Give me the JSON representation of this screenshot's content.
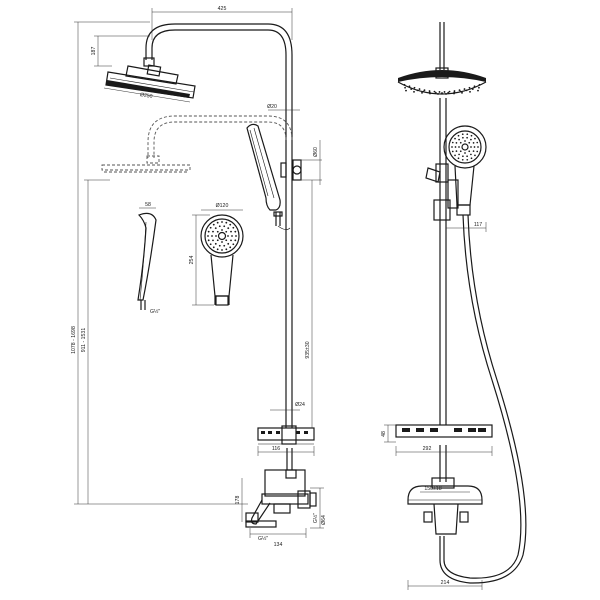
{
  "dimensions": {
    "top_width": "425",
    "head_height": "187",
    "head_diameter": "Ø250",
    "pipe_diameter": "Ø20",
    "bracket": "Ø60",
    "total_height": "1078 - 1698",
    "adjust_height": "911 - 1531",
    "hand_width": "58",
    "hand_thread": "G½\"",
    "hand_head_diameter": "Ø120",
    "hand_length": "254",
    "slide_range": "935±30",
    "lower_pipe": "Ø24",
    "shelf_width": "116",
    "mixer_height": "178",
    "mixer_thread": "G½\"",
    "mixer_width": "134",
    "outlet_thread": "G½\"",
    "outlet_diameter": "Ø64",
    "side_offset": "117",
    "shelf_height": "48",
    "shelf_depth": "292",
    "mixer_spacing": "150±18",
    "side_depth": "214"
  }
}
